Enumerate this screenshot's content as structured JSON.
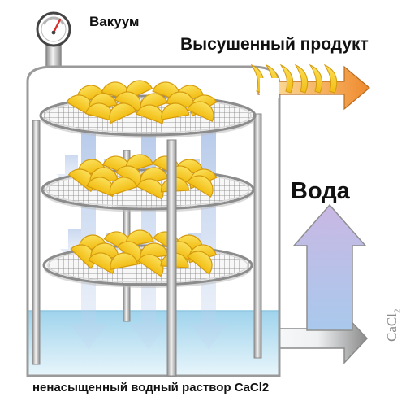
{
  "labels": {
    "vacuum": "Вакуум",
    "dried_product": "Высушенный продукт",
    "water": "Вода",
    "solution": "ненасыщенный водный раствор CaCl2",
    "cacl2_formula": "CaCl",
    "cacl2_subscript": "2"
  },
  "colors": {
    "chamber_outline": "#9a9a9a",
    "solution_fill": "#bfe2f2",
    "apple_fill": "#f6d21e",
    "apple_edge": "#d49a0e",
    "arrow_product": "#f39a3b",
    "arrow_water": "#b9a8d8",
    "arrow_down": "#a9c4e6",
    "tray_rim": "#8c8c8c",
    "gauge_needle": "#d8302c"
  },
  "icons": {
    "gauge": "vacuum-gauge-icon"
  }
}
